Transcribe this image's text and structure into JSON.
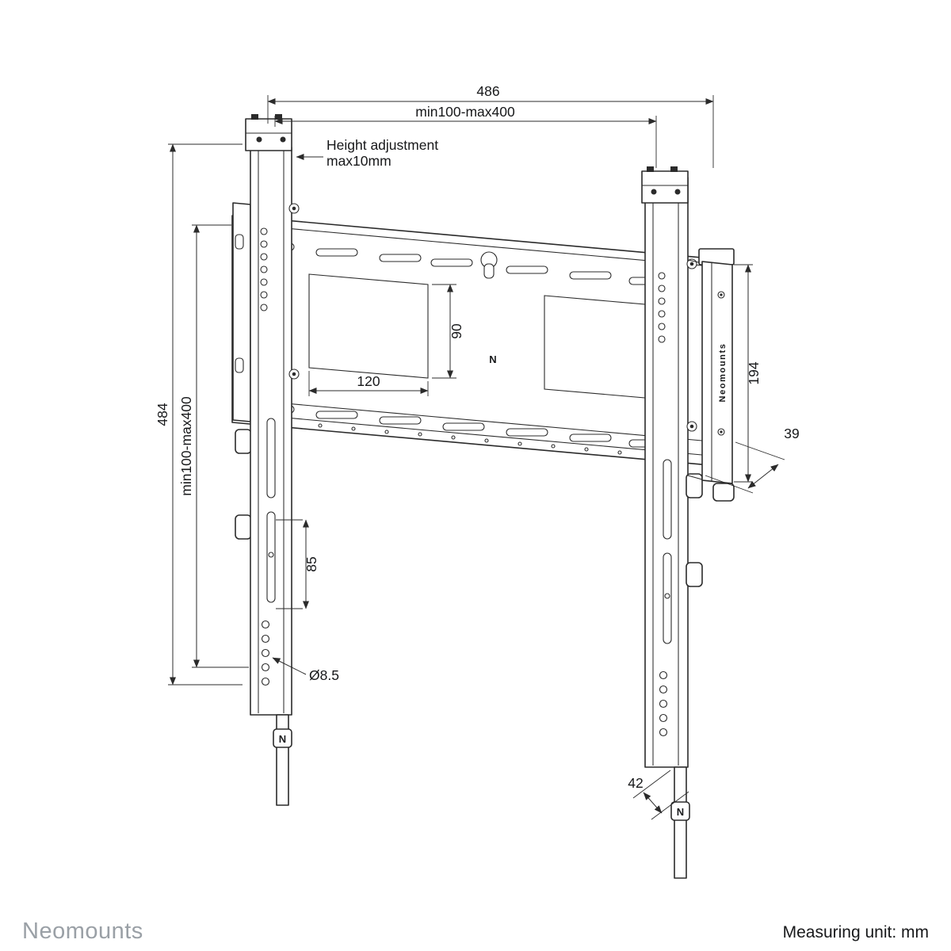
{
  "footer": {
    "brand": "Neomounts",
    "measuring_unit": "Measuring unit: mm"
  },
  "diagram": {
    "labels": {
      "width_total": "486",
      "width_vesa_range": "min100-max400",
      "height_adjustment_1": "Height adjustment",
      "height_adjustment_2": "max10mm",
      "height_total": "484",
      "height_vesa_range": "min100-max400",
      "opening_height": "90",
      "opening_width": "120",
      "wallplate_height": "194",
      "profile_depth": "39",
      "slot_length": "85",
      "hole_diameter": "Ø8.5",
      "strap_offset": "42"
    },
    "brand_marks": {
      "center_logo": "N",
      "left_strap_logo": "N",
      "right_strap_logo": "N",
      "side_profile_text": "Neomounts"
    },
    "colors": {
      "line": "#2b2b2b",
      "text": "#17181a",
      "brand_gray": "#9aa0a6"
    }
  }
}
